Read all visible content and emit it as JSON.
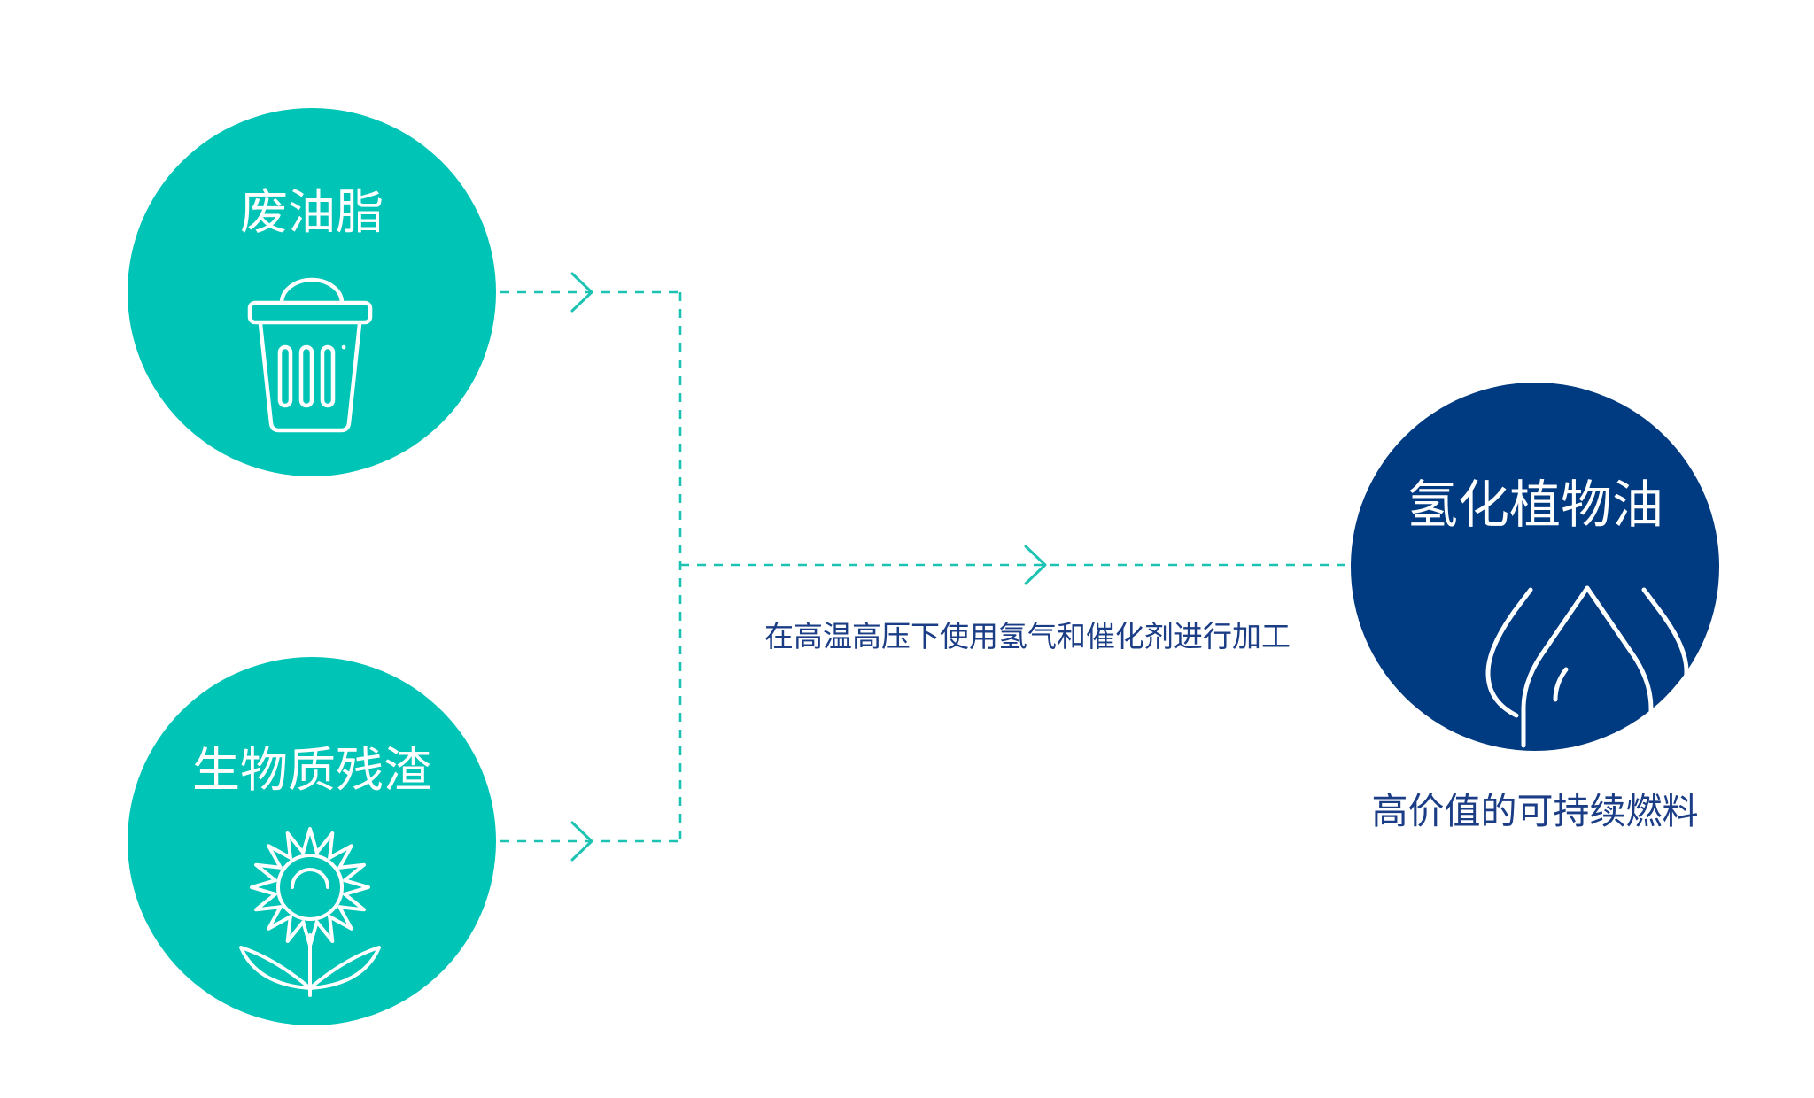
{
  "colors": {
    "input_node": "#00c4b6",
    "output_node": "#003a80",
    "connector": "#1cc3b3",
    "caption_text": "#1b3d86",
    "node_text": "#ffffff"
  },
  "nodes": {
    "waste_oil": {
      "label": "废油脂",
      "icon": "trash-bin-icon"
    },
    "biomass": {
      "label": "生物质残渣",
      "icon": "sunflower-icon"
    },
    "hvo": {
      "label": "氢化植物油",
      "icon": "oil-drops-icon"
    }
  },
  "process_label": "在高温高压下使用氢气和催化剂进行加工",
  "output_caption": "高价值的可持续燃料"
}
